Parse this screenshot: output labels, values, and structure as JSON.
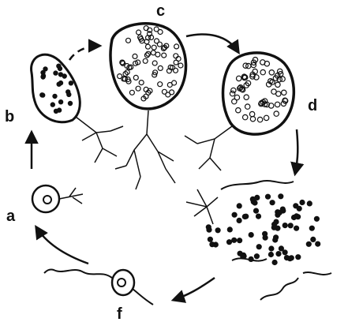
{
  "stage_labels": {
    "a": "a",
    "b": "b",
    "c": "c",
    "d": "d",
    "f": "f"
  },
  "colors": {
    "ink": "#111111",
    "background": "#ffffff"
  },
  "icons": {
    "cycle_arrow": "curved-arrow",
    "cell": "cell-with-nucleus"
  }
}
